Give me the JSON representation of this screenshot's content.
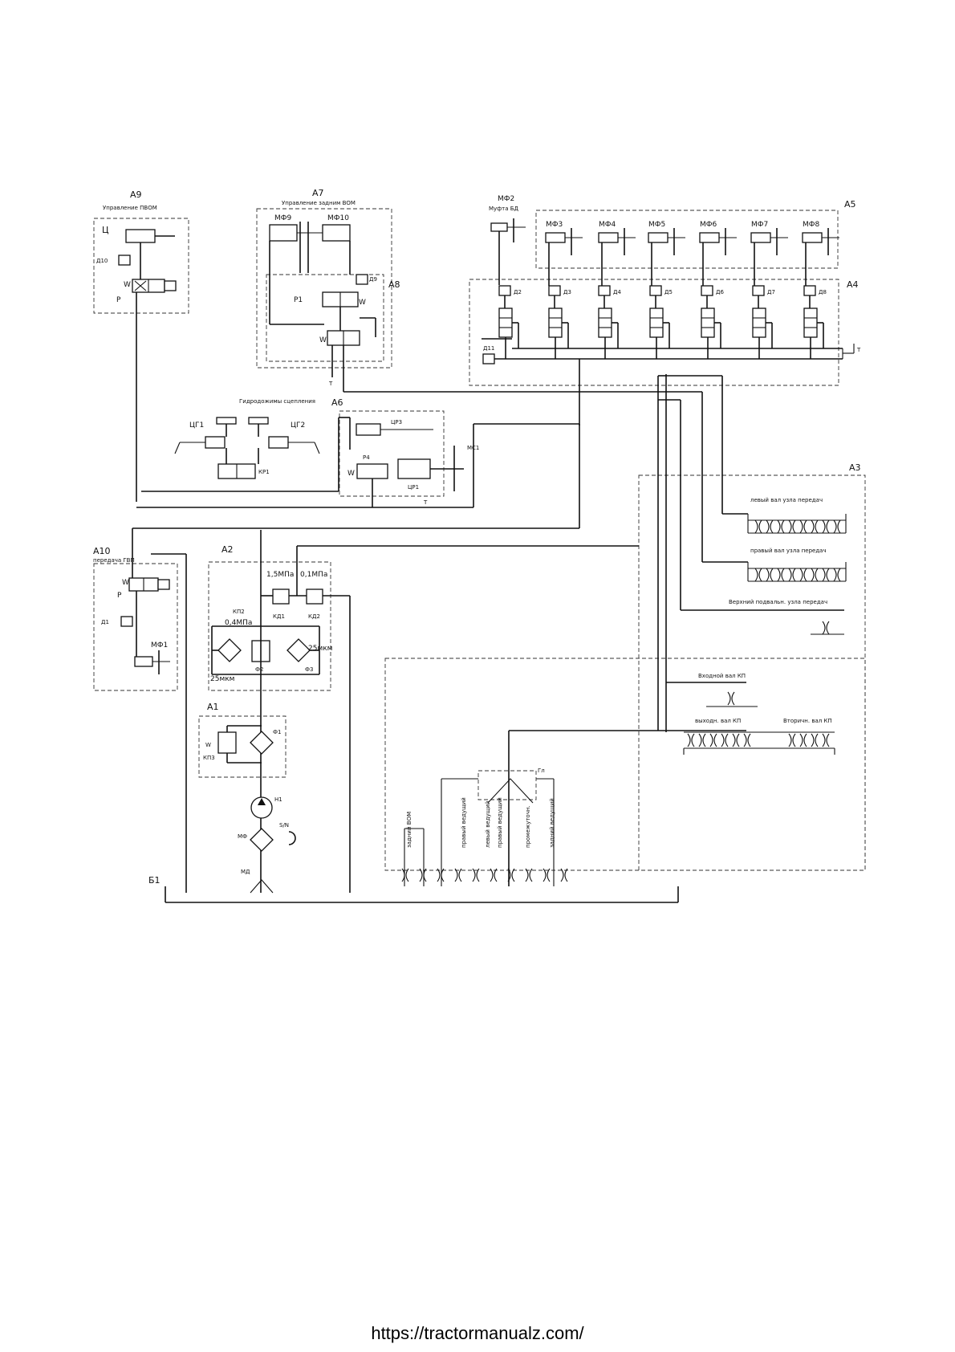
{
  "groups": {
    "a9": {
      "code": "A9",
      "caption": "Управление ПВОМ"
    },
    "a7": {
      "code": "A7",
      "caption": "Управление задним ВОМ"
    },
    "a8": {
      "code": "A8"
    },
    "a5": {
      "code": "A5"
    },
    "a4": {
      "code": "A4"
    },
    "a6": {
      "code": "A6",
      "caption": "Гидродожимы сцепления"
    },
    "a3": {
      "code": "A3"
    },
    "a10": {
      "code": "A10",
      "caption": "передача ГВП"
    },
    "a2": {
      "code": "A2"
    },
    "a1": {
      "code": "A1"
    },
    "b1": {
      "code": "Б1"
    }
  },
  "labels": {
    "c": "Ц",
    "d10": "Д10",
    "w": "W",
    "p": "P",
    "mf9": "МФ9",
    "mf10": "МФ10",
    "d9": "Д9",
    "p1": "Р1",
    "t": "Т",
    "mf2": "МФ2",
    "mf2_caption": "Муфта БД",
    "mf": [
      "МФ3",
      "МФ4",
      "МФ5",
      "МФ6",
      "МФ7",
      "МФ8"
    ],
    "d": [
      "Д2",
      "Д3",
      "Д4",
      "Д5",
      "Д6",
      "Д7",
      "Д8"
    ],
    "d11": "Д11",
    "cg1": "ЦГ1",
    "cg2": "ЦГ2",
    "kp1": "КР1",
    "cp3": "ЦР3",
    "p4": "Р4",
    "cp1": "ЦР1",
    "mc1": "МС1",
    "d1": "Д1",
    "mf1": "МФ1",
    "press1": "1,5МПа",
    "press2": "0,1МПа",
    "kd1": "КД1",
    "kd2": "КД2",
    "kp2": "КП2",
    "press3": "0,4МПа",
    "f2": "Ф2",
    "f3": "Ф3",
    "mkm1": "25мкм",
    "mkm2": "25мкм",
    "kp3": "КП3",
    "f1": "Ф1",
    "n1": "Н1",
    "mf_pump": "МФ",
    "speed": "S/N",
    "md": "МД",
    "shaft1": "левый вал узла передач",
    "shaft2": "правый вал узла передач",
    "shaft3": "Верхний подвальн. узла передач",
    "shaft4": "Входной вал КП",
    "shaft5": "выходн. вал КП",
    "shaft6": "Вторичн. вал КП",
    "gear_box": "Гл",
    "rot": [
      "задний ВОМ",
      "правый ведущий",
      "левый ведущий",
      "правый ведущий",
      "промежуточн.",
      "задний ведущий"
    ]
  },
  "footer": "https://tractormanualz.com/"
}
